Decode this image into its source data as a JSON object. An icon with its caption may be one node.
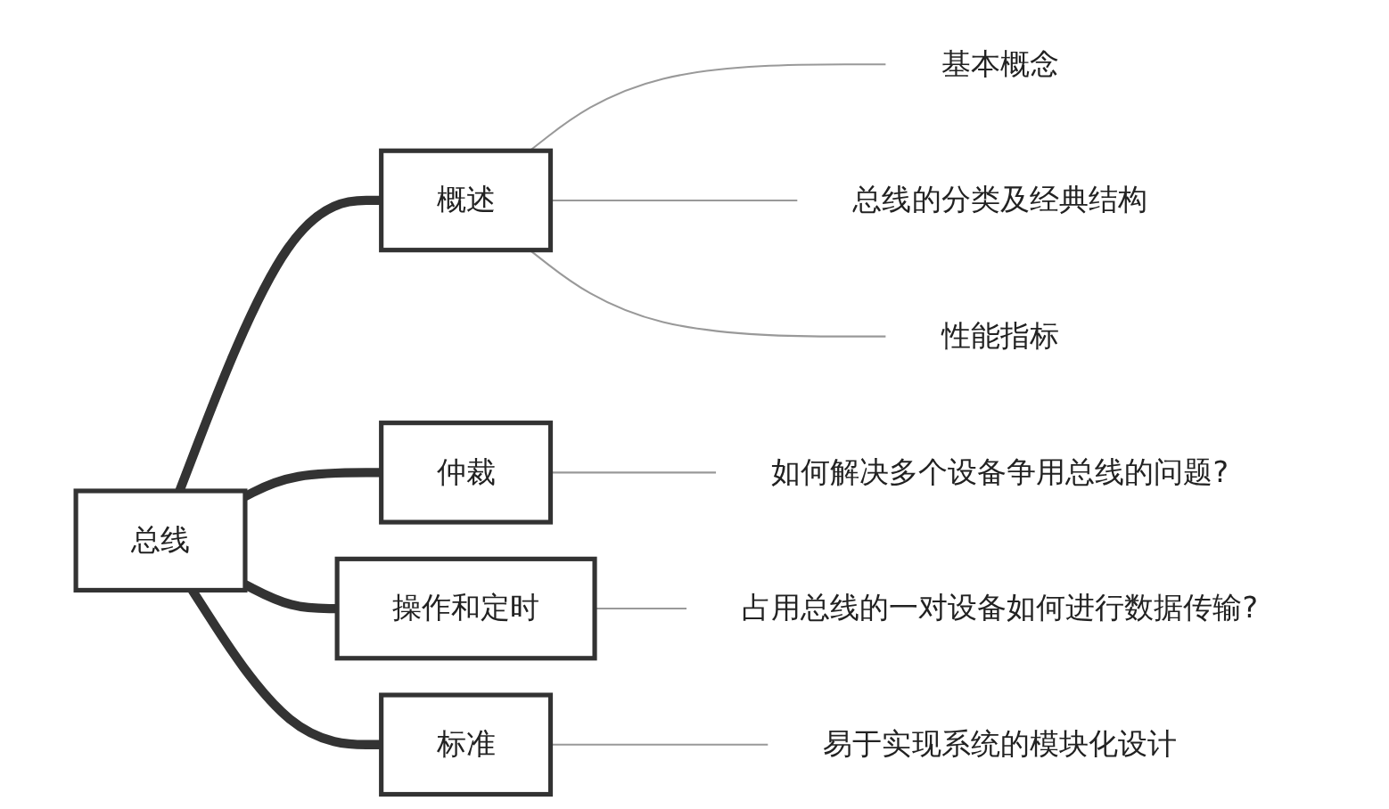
{
  "diagram": {
    "nodes": [
      {
        "text": [
          "总线"
        ]
      },
      {
        "text": [
          "概述"
        ]
      },
      {
        "text": [
          "基本概念"
        ]
      },
      {
        "text": [
          "总线的分类及经典结构"
        ]
      },
      {
        "text": [
          "性能指标"
        ]
      },
      {
        "text": [
          "仲裁"
        ]
      },
      {
        "text": [
          "如何解决多个设备争用总线的问题?"
        ]
      },
      {
        "text": [
          "操作和定时"
        ]
      },
      {
        "text": [
          "占用总线的一对设备如何进行数据传输?"
        ]
      },
      {
        "text": [
          "标准"
        ]
      },
      {
        "text": [
          "易于实现系统的模块化设计"
        ]
      }
    ],
    "edges": [
      {
        "from": 0,
        "to": 1,
        "arrow": "none",
        "style": "thick",
        "color": "#333333"
      },
      {
        "from": 1,
        "to": 2,
        "arrow": "none"
      },
      {
        "from": 1,
        "to": 3,
        "arrow": "none"
      },
      {
        "from": 1,
        "to": 4,
        "arrow": "none"
      },
      {
        "from": 0,
        "to": 5,
        "arrow": "none",
        "style": "thick",
        "color": "#333333"
      },
      {
        "from": 5,
        "to": 6,
        "arrow": "none"
      },
      {
        "from": 0,
        "to": 7,
        "arrow": "none",
        "style": "thick",
        "color": "#333333"
      },
      {
        "from": 7,
        "to": 8,
        "arrow": "none"
      },
      {
        "from": 0,
        "to": 9,
        "arrow": "none",
        "style": "thick",
        "color": "#333333"
      },
      {
        "from": 9,
        "to": 10,
        "arrow": "none"
      }
    ]
  }
}
